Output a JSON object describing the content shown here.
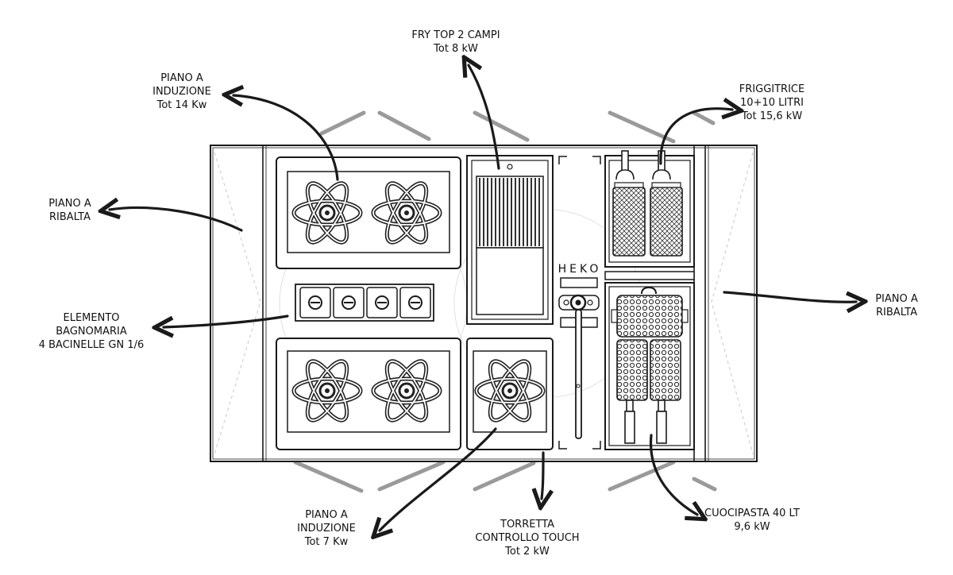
{
  "brand": "HEKO",
  "labels": {
    "fry_top": {
      "line1": "FRY TOP 2 CAMPI",
      "line2": "Tot 8 kW"
    },
    "induction_top": {
      "line1": "PIANO A",
      "line2": "INDUZIONE",
      "line3": "Tot 14 Kw"
    },
    "fryer": {
      "line1": "FRIGGITRICE",
      "line2": "10+10  LITRI",
      "line3": "Tot 15,6 kW"
    },
    "flip_left": {
      "line1": "PIANO A",
      "line2": "RIBALTA"
    },
    "flip_right": {
      "line1": "PIANO A",
      "line2": "RIBALTA"
    },
    "bain_marie": {
      "line1": "ELEMENTO",
      "line2": "BAGNOMARIA",
      "line3": "4 BACINELLE GN  1/6"
    },
    "induction_bottom": {
      "line1": "PIANO A",
      "line2": "INDUZIONE",
      "line3": "Tot 7 Kw"
    },
    "tower": {
      "line1": "TORRETTA",
      "line2": "CONTROLLO TOUCH",
      "line3": "Tot 2 kW"
    },
    "pasta_cooker": {
      "line1": "CUOCIPASTA 40 LT",
      "line2": "9,6 kW"
    }
  },
  "colors": {
    "stroke": "#1a1a1a",
    "hatch": "#b0b0b0",
    "fill": "#ffffff"
  }
}
